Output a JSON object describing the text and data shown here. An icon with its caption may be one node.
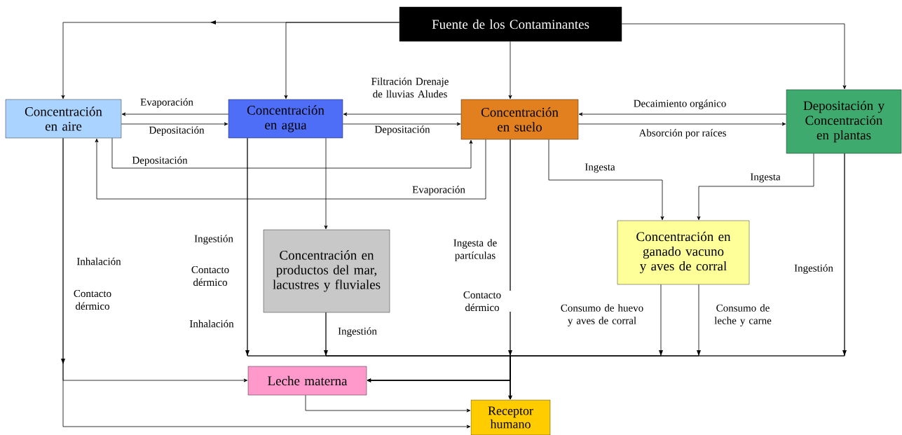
{
  "diagram": {
    "nodes": [
      {
        "text": [
          "Fuente de los Contaminantes"
        ]
      },
      {
        "text": [
          "Concentración en aire"
        ]
      },
      {
        "text": [
          "Concentración en agua"
        ]
      },
      {
        "text": [
          "Concentración en suelo"
        ]
      },
      {
        "text": [
          "Depositación y Concentración en plantas"
        ]
      },
      {
        "text": [
          "Concentración en productos del mar, lacustres y fluviales"
        ]
      },
      {
        "text": [
          "Concentración en ganado vacuno y aves de corral"
        ]
      },
      {
        "text": [
          "Leche materna"
        ]
      },
      {
        "text": [
          "Receptor humano"
        ]
      }
    ],
    "edges": [
      {
        "from": 0,
        "to": 1,
        "arrow": "to"
      },
      {
        "from": 0,
        "to": 2,
        "arrow": "to"
      },
      {
        "from": 0,
        "to": 3,
        "arrow": "to"
      },
      {
        "from": 0,
        "to": 4,
        "arrow": "to"
      },
      {
        "from": 2,
        "to": 1,
        "arrow": "to",
        "label": "Evaporación"
      },
      {
        "from": 1,
        "to": 2,
        "arrow": "to",
        "label": "Depositación"
      },
      {
        "from": 3,
        "to": 2,
        "arrow": "to",
        "label": "Filtración Drenaje de lluvias Aludes"
      },
      {
        "from": 2,
        "to": 3,
        "arrow": "to",
        "label": "Depositación"
      },
      {
        "from": 1,
        "to": 3,
        "arrow": "to",
        "label": "Depositación"
      },
      {
        "from": 3,
        "to": 1,
        "arrow": "to",
        "label": "Evaporación"
      },
      {
        "from": 4,
        "to": 3,
        "arrow": "to",
        "label": "Decaimiento orgánico"
      },
      {
        "from": 3,
        "to": 4,
        "arrow": "to",
        "label": "Absorción por raíces"
      },
      {
        "from": 3,
        "to": 6,
        "arrow": "to",
        "label": "Ingesta"
      },
      {
        "from": 4,
        "to": 6,
        "arrow": "to",
        "label": "Ingesta"
      },
      {
        "from": 2,
        "to": 5,
        "arrow": "to"
      },
      {
        "from": 1,
        "to": 7,
        "arrow": "to",
        "label": "Inhalación"
      },
      {
        "from": 1,
        "to": 8,
        "arrow": "to",
        "label": "Contacto dérmico"
      },
      {
        "from": 2,
        "to": 8,
        "arrow": "to",
        "label": "Ingestión"
      },
      {
        "from": 2,
        "to": 7,
        "arrow": "to",
        "label": "Contacto dérmico"
      },
      {
        "from": 5,
        "to": 8,
        "arrow": "to",
        "label": "Ingestión"
      },
      {
        "from": 5,
        "to": 7,
        "arrow": "to"
      },
      {
        "from": 3,
        "to": 8,
        "arrow": "to",
        "label": "Ingesta de partículas"
      },
      {
        "from": 3,
        "to": 7,
        "arrow": "to",
        "label": "Contacto dérmico"
      },
      {
        "from": 6,
        "to": 8,
        "arrow": "to",
        "label": "Consumo de huevo y aves de corral"
      },
      {
        "from": 6,
        "to": 7,
        "arrow": "to",
        "label": "Consumo de leche y carne"
      },
      {
        "from": 4,
        "to": 8,
        "arrow": "to",
        "label": "Ingestión"
      },
      {
        "from": 4,
        "to": 7,
        "arrow": "to"
      },
      {
        "from": 7,
        "to": 8,
        "arrow": "to"
      }
    ],
    "labels": [
      "Inhalación"
    ]
  }
}
